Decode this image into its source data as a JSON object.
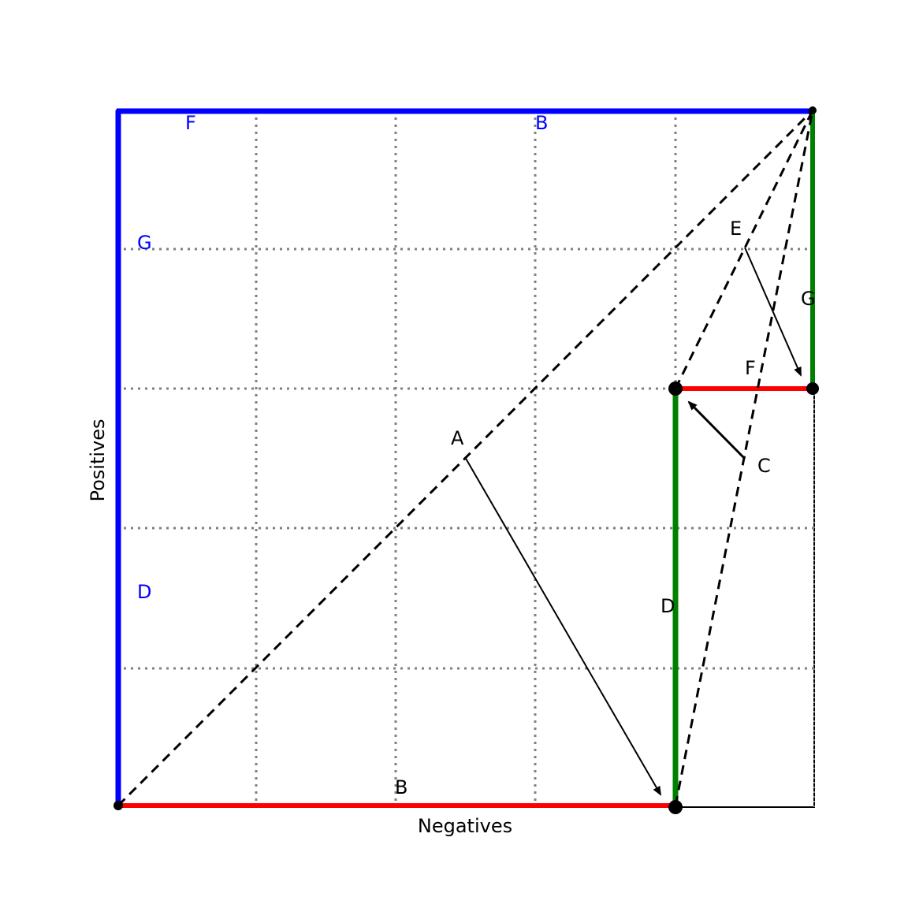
{
  "xlabel": "Negatives",
  "ylabel": "Positives",
  "colors": {
    "blue": "#0000ff",
    "red": "#ff0000",
    "green": "#008000",
    "black": "#000000",
    "grid": "#808080"
  },
  "grid": {
    "style": "dotted",
    "divisions": 5
  },
  "points": {
    "origin": [
      0,
      0
    ],
    "top_right": [
      5,
      5
    ],
    "bottom_mid": [
      4,
      0
    ],
    "mid_point": [
      4,
      3
    ],
    "right_mid": [
      5,
      3
    ]
  },
  "segments": {
    "blue_left_label": "Blue vertical line on left edge",
    "blue_top_label": "Blue horizontal line on top edge",
    "red_bottom_label": "Red horizontal line on bottom",
    "green_vertical_label": "Green vertical line",
    "red_mid_label": "Red short horizontal line",
    "green_right_label": "Green vertical on right edge"
  },
  "labels": {
    "blue": {
      "F": "F",
      "B": "B",
      "G": "G",
      "D": "D"
    },
    "black": {
      "A": "A",
      "B": "B",
      "C": "C",
      "D": "D",
      "E": "E",
      "F": "F",
      "G": "G"
    }
  }
}
